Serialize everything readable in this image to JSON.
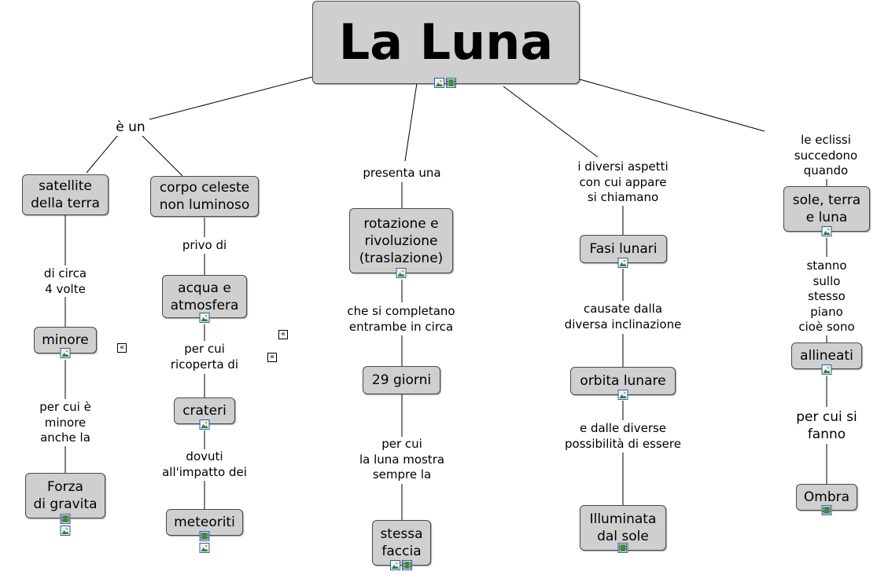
{
  "title": "La Luna",
  "concepts": {
    "satellite": "satellite\ndella terra",
    "corpo": "corpo celeste\nnon luminoso",
    "minore": "minore",
    "forza": "Forza\ndi gravita",
    "acqua": "acqua e\natmosfera",
    "crateri": "crateri",
    "meteoriti": "meteoriti",
    "rotazione": "rotazione e\nrivoluzione\n(traslazione)",
    "giorni": "29 giorni",
    "faccia": "stessa\nfaccia",
    "fasi": "Fasi lunari",
    "orbita": "orbita lunare",
    "illuminata": "Illuminata\ndal sole",
    "sole": "sole, terra\ne luna",
    "allineati": "allineati",
    "ombra": "Ombra"
  },
  "phrases": {
    "e_un": "è un",
    "di_circa": "di circa\n4 volte",
    "per_cui_minore": "per cui è\nminore\nanche la",
    "privo_di": "privo di",
    "per_cui_ricoperta": "per cui\nricoperta di",
    "dovuti": "dovuti\nall'impatto dei",
    "presenta": "presenta una",
    "che_si": "che si completano\nentrambe in circa",
    "per_cui_luna": "per cui\nla luna mostra\nsempre la",
    "diversi": "i diversi aspetti\ncon cui appare\nsi chiamano",
    "causate": "causate dalla\ndiversa inclinazione",
    "e_dalle": "e dalle diverse\npossibilità di essere",
    "eclissi": "le eclissi\nsuccedono quando",
    "stanno": "stanno sullo\nstesso piano\ncioè sono",
    "per_cui_fanno": "per cui si\nfanno"
  },
  "collapse_glyph": "«",
  "icon_names": [
    "image-resource-icon",
    "video-resource-icon"
  ]
}
